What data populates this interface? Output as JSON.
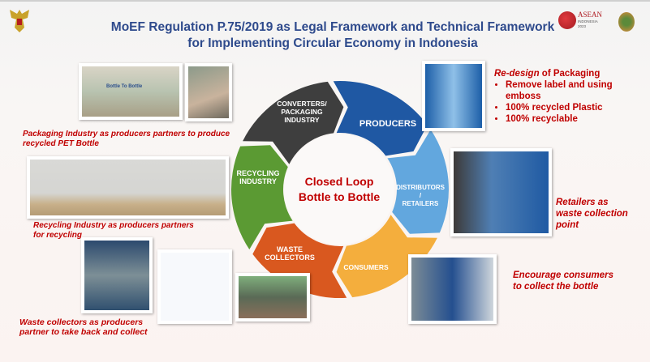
{
  "title": {
    "line1": "MoEF Regulation P.75/2019 as Legal Framework and Technical Framework",
    "line2": "for Implementing Circular Economy in Indonesia"
  },
  "logos": {
    "asean_text": "ASEAN",
    "asean_sub": "INDONESIA",
    "asean_year": "2023"
  },
  "cycle": {
    "center_line1": "Closed Loop",
    "center_line2": "Bottle to Bottle",
    "segments": [
      {
        "label": "CONVERTERS/\nPACKAGING\nINDUSTRY",
        "color": "#3e3e3e"
      },
      {
        "label": "PRODUCERS",
        "color": "#1f58a3"
      },
      {
        "label": "DISTRIBUTORS\n/\nRETAILERS",
        "color": "#62a7de"
      },
      {
        "label": "CONSUMERS",
        "color": "#f4ae3d"
      },
      {
        "label": "WASTE\nCOLLECTORS",
        "color": "#d9581f"
      },
      {
        "label": "RECYCLING\nINDUSTRY",
        "color": "#5b9a33"
      }
    ]
  },
  "photos": {
    "bottle_to_bottle_sign": "Bottle To Bottle"
  },
  "captions": {
    "packaging": "Packaging Industry as producers partners to produce recycled PET Bottle",
    "recycling": "Recycling Industry as producers partners for recycling",
    "waste": "Waste collectors as producers partner to take back and collect",
    "retailers": "Retailers as waste collection point",
    "consumers": "Encourage consumers to collect the bottle"
  },
  "redesign": {
    "title_italic": "Re-design",
    "title_rest": " of Packaging",
    "bullets": [
      "Remove label and using emboss",
      "100% recycled Plastic",
      "100% recyclable"
    ]
  },
  "colors": {
    "accent_red": "#c00000",
    "title_blue": "#2e4a8c"
  }
}
